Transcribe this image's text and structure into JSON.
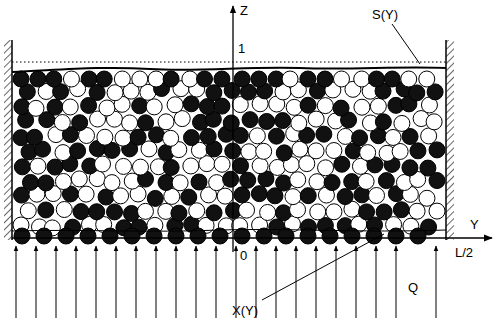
{
  "diagram": {
    "labels": [
      "Z",
      "1",
      "S(Y)",
      "Y",
      "0",
      "L/2",
      "X(Y)",
      "Q"
    ]
  }
}
